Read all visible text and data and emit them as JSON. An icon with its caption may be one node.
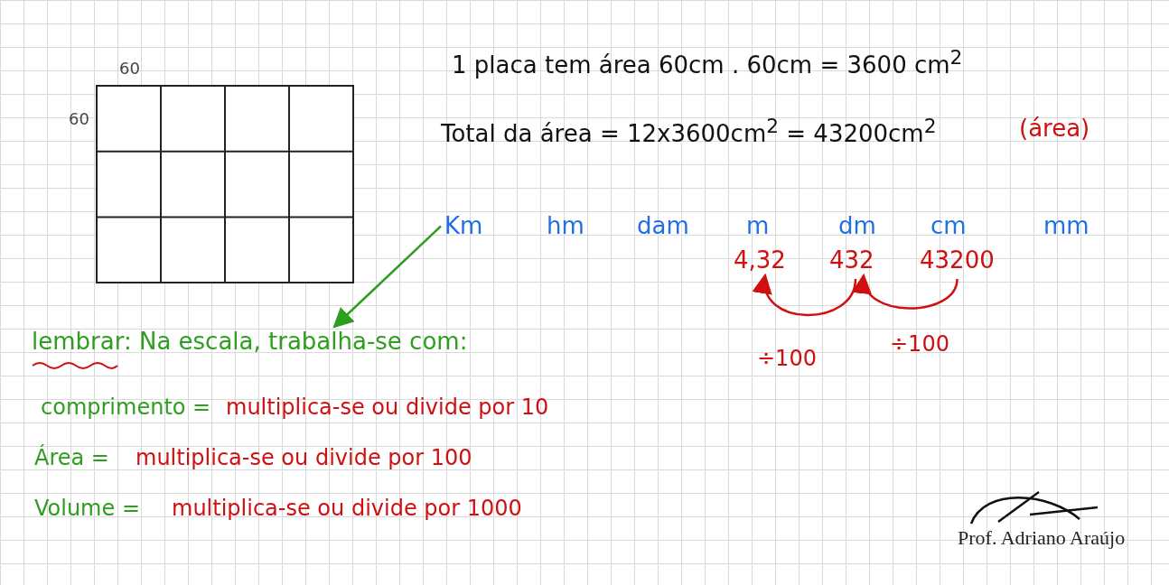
{
  "diagram": {
    "nodes": [
      {
        "text": [
          "Km"
        ]
      },
      {
        "text": [
          "lembrar: Na escala, trabalha-se com:"
        ]
      },
      {
        "text": [
          "4,32"
        ]
      },
      {
        "text": [
          "432"
        ]
      },
      {
        "text": [
          "43200"
        ]
      }
    ],
    "edges": [
      {
        "from": 0,
        "to": 1,
        "arrow": "to",
        "color": "#2e9e1f"
      },
      {
        "from": 3,
        "to": 2,
        "arrow": "to",
        "label": "÷100"
      },
      {
        "from": 4,
        "to": 3,
        "arrow": "to",
        "label": "÷100"
      }
    ],
    "labels": [
      "60",
      "60",
      "1 placa tem área 60cm . 60cm = 3600 cm$^{2}$",
      "Total da área = 12x3600cm$^{2}$ = 43200cm$^{2}$",
      "(área)",
      "hm",
      "dam",
      "m",
      "dm",
      "cm",
      "mm",
      "comprimento =",
      "multiplica-se ou divide por 10",
      "Área =",
      "multiplica-se ou divide por 100",
      "Volume =",
      "multiplica-se ou divide por 1000",
      "Prof. Adriano Araújo"
    ]
  }
}
